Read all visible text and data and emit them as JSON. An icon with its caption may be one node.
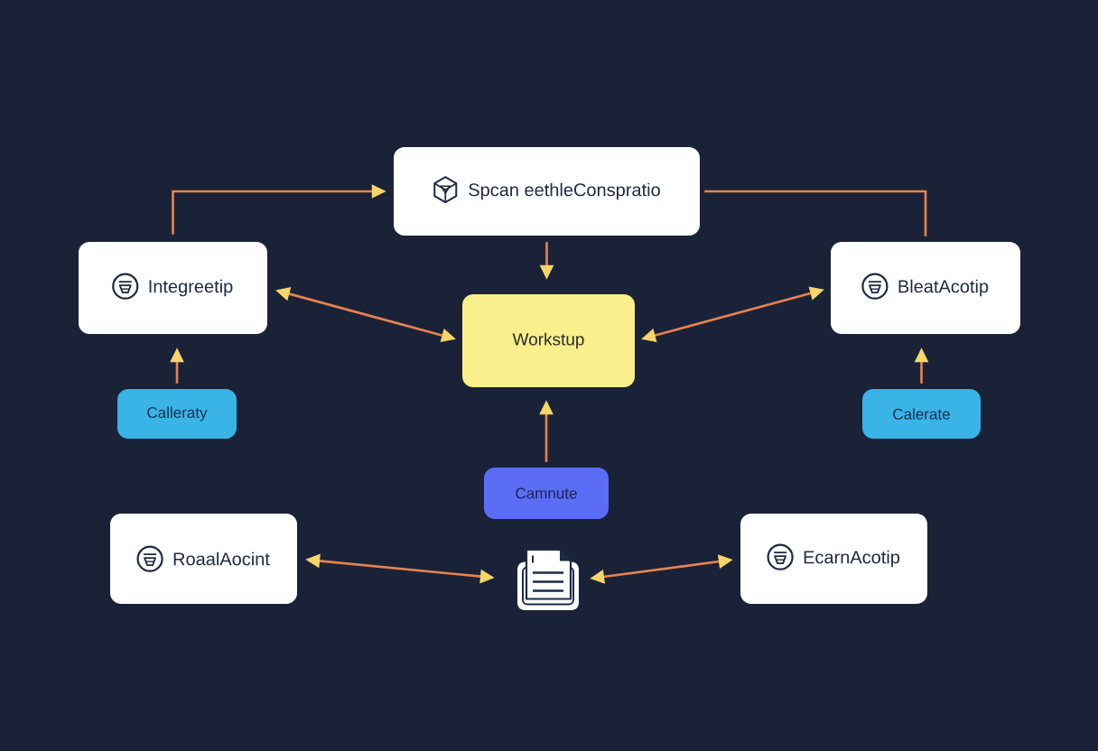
{
  "diagram": {
    "nodes": [
      {
        "text": [
          "Spcan eethleConspratio"
        ]
      },
      {
        "text": [
          "Integreetip"
        ]
      },
      {
        "text": [
          "BleatAcotip"
        ]
      },
      {
        "text": [
          "Workstup"
        ]
      },
      {
        "text": [
          "Calleraty"
        ]
      },
      {
        "text": [
          "Calerate"
        ]
      },
      {
        "text": [
          "Camnute"
        ]
      },
      {
        "text": [
          "RoaalAocint"
        ]
      },
      {
        "text": [],
        "shape": "document"
      },
      {
        "text": [
          "EcarnAcotip"
        ]
      }
    ],
    "edges": [
      {
        "from": 1,
        "to": 0,
        "arrow": "to"
      },
      {
        "from": 0,
        "to": 2,
        "arrow": "none"
      },
      {
        "from": 0,
        "to": 3,
        "arrow": "to"
      },
      {
        "from": 1,
        "to": 3,
        "arrow": "both"
      },
      {
        "from": 3,
        "to": 2,
        "arrow": "both"
      },
      {
        "from": 4,
        "to": 1,
        "arrow": "to"
      },
      {
        "from": 5,
        "to": 2,
        "arrow": "to"
      },
      {
        "from": 6,
        "to": 3,
        "arrow": "to"
      },
      {
        "from": 7,
        "to": 8,
        "arrow": "both"
      },
      {
        "from": 8,
        "to": 9,
        "arrow": "both"
      }
    ]
  }
}
